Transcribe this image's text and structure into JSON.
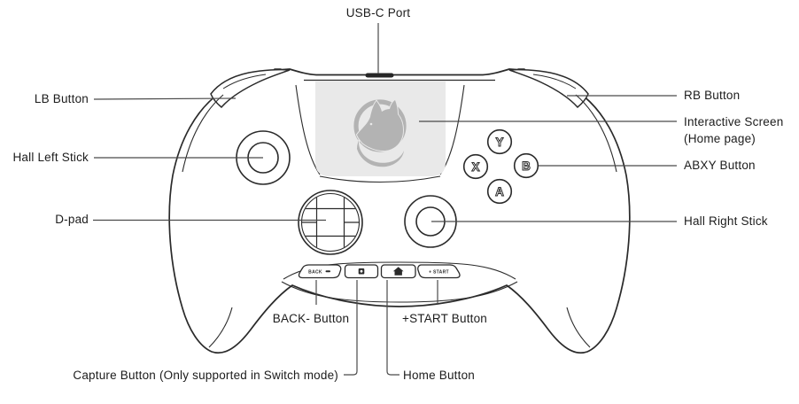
{
  "labels": {
    "usb_port": "USB-C Port",
    "lb": "LB Button",
    "hall_left_stick": "Hall Left Stick",
    "dpad": "D-pad",
    "rb": "RB Button",
    "interactive_screen_line1": "Interactive Screen",
    "interactive_screen_line2": "(Home page)",
    "abxy": "ABXY Button",
    "hall_right_stick": "Hall Right Stick",
    "back": "BACK- Button",
    "start": "+START Button",
    "capture": "Capture Button (Only supported in Switch mode)",
    "home": "Home Button"
  },
  "controller": {
    "face_buttons": {
      "y": "Y",
      "x": "X",
      "b": "B",
      "a": "A"
    },
    "back_pill_label": "BACK",
    "start_pill_label": "+ START",
    "icons": [
      "usb-c-port",
      "minus-icon",
      "capture-icon",
      "home-icon",
      "fox-logo-icon"
    ]
  },
  "colors": {
    "outline": "#2a2a2a",
    "connector": "#4a4a4a",
    "screen_fill": "#e9e9e9",
    "logo_gray": "#b3b3b3",
    "label_text": "#1c1c1c",
    "background": "#ffffff"
  }
}
